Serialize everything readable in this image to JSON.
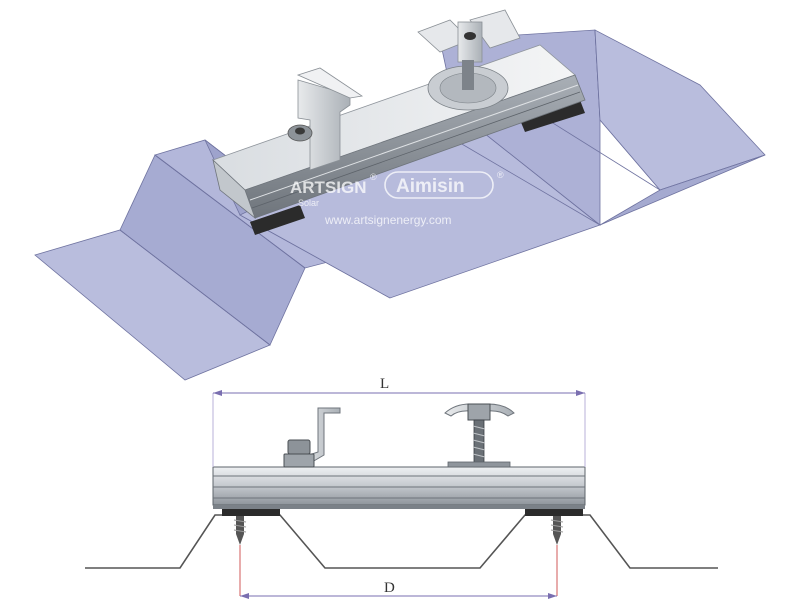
{
  "watermark": {
    "brand_left": "ARTSIGN",
    "brand_left_sub": "Solar",
    "brand_right": "Aimisin",
    "registered_mark": "®",
    "website": "www.artsignenergy.com"
  },
  "dimensions": {
    "length_label": "L",
    "distance_label": "D"
  },
  "colors": {
    "sheet_light": "#b7bbdc",
    "sheet_mid": "#a5aad0",
    "sheet_dark": "#8e93bf",
    "aluminum": "#d4d8dc",
    "aluminum_dark": "#9aa0a6",
    "rubber": "#2b2b2b",
    "dimension_line": "#7a6fb0",
    "dimension_guide": "#d05a5a"
  }
}
